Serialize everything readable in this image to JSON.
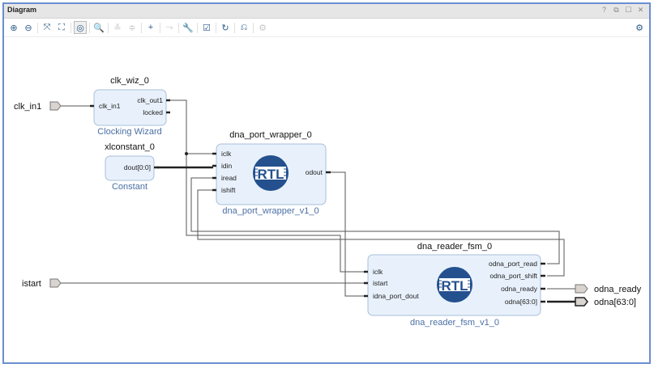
{
  "window": {
    "title": "Diagram",
    "controls": [
      {
        "name": "help-icon",
        "glyph": "?"
      },
      {
        "name": "restore-icon",
        "glyph": "⧉"
      },
      {
        "name": "maximize-icon",
        "glyph": "☐"
      },
      {
        "name": "close-icon",
        "glyph": "✕"
      }
    ]
  },
  "toolbar": {
    "buttons": [
      {
        "name": "zoom-in-icon",
        "glyph": "⊕",
        "enabled": true
      },
      {
        "name": "zoom-out-icon",
        "glyph": "⊖",
        "enabled": true
      },
      {
        "name": "zoom-fit-icon",
        "glyph": "⤧",
        "enabled": true
      },
      {
        "name": "zoom-selection-icon",
        "glyph": "⛶",
        "enabled": true
      },
      {
        "name": "auto-fit-selection-icon",
        "glyph": "◎",
        "enabled": true,
        "active": true
      },
      {
        "name": "search-icon",
        "glyph": "🔍",
        "enabled": true
      },
      {
        "name": "collapse-icon",
        "glyph": "≚",
        "enabled": false
      },
      {
        "name": "expand-icon",
        "glyph": "≑",
        "enabled": false
      },
      {
        "name": "add-ip-icon",
        "glyph": "+",
        "enabled": true
      },
      {
        "name": "make-connection-icon",
        "glyph": "⤳",
        "enabled": false
      },
      {
        "name": "properties-wrench-icon",
        "glyph": "🔧",
        "enabled": false
      },
      {
        "name": "validate-design-icon",
        "glyph": "☑",
        "enabled": true
      },
      {
        "name": "regenerate-layout-icon",
        "glyph": "↻",
        "enabled": true
      },
      {
        "name": "optimize-routing-icon",
        "glyph": "⎌",
        "enabled": true
      },
      {
        "name": "run-connection-automation-icon",
        "glyph": "⚙",
        "enabled": false
      }
    ],
    "settings_glyph": "⚙"
  },
  "diagram": {
    "ext_ports_in": [
      {
        "id": "clk_in1",
        "label": "clk_in1"
      },
      {
        "id": "istart",
        "label": "istart"
      }
    ],
    "ext_ports_out": [
      {
        "id": "odna_ready",
        "label": "odna_ready",
        "bus": false
      },
      {
        "id": "odna",
        "label": "odna[63:0]",
        "bus": true
      }
    ],
    "blocks": {
      "clk_wiz": {
        "instance": "clk_wiz_0",
        "type_label": "Clocking Wizard",
        "inputs": [
          "clk_in1"
        ],
        "outputs": [
          "clk_out1",
          "locked"
        ]
      },
      "xlconstant": {
        "instance": "xlconstant_0",
        "type_label": "Constant",
        "outputs": [
          "dout[0:0]"
        ]
      },
      "dna_port_wrapper": {
        "instance": "dna_port_wrapper_0",
        "type_label": "dna_port_wrapper_v1_0",
        "inputs": [
          "iclk",
          "idin",
          "iread",
          "ishift"
        ],
        "outputs": [
          "odout"
        ],
        "logo": "RTL"
      },
      "dna_reader_fsm": {
        "instance": "dna_reader_fsm_0",
        "type_label": "dna_reader_fsm_v1_0",
        "inputs": [
          "iclk",
          "istart",
          "idna_port_dout"
        ],
        "outputs": [
          "odna_port_read",
          "odna_port_shift",
          "odna_ready",
          "odna[63:0]"
        ],
        "logo": "RTL"
      }
    }
  },
  "colors": {
    "block_fill": "#e8f1fb",
    "block_stroke": "#a9bfd8",
    "type_label": "#4a6fa5",
    "rtl_logo": "#24508e",
    "wire": "#555555",
    "window_border": "#6a8fd0"
  }
}
